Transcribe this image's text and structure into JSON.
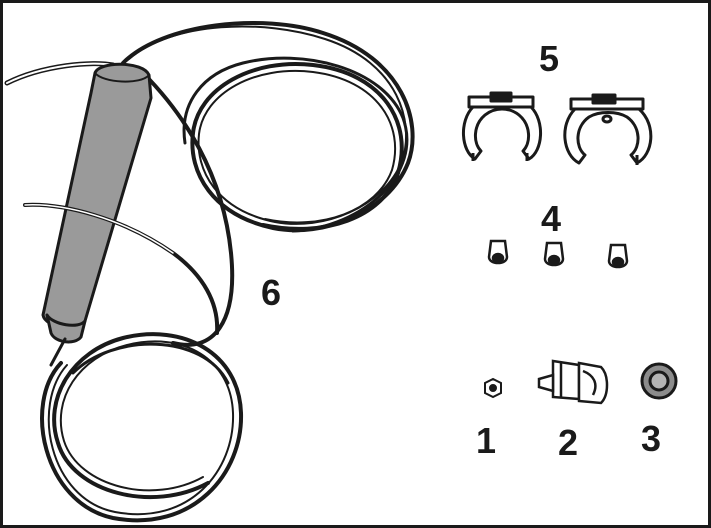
{
  "labels": {
    "part_1": "1",
    "part_2": "2",
    "part_3": "3",
    "part_4": "4",
    "part_5": "5",
    "part_6": "6"
  },
  "colors": {
    "outline": "#1a1a1a",
    "filter_body": "#9a9a9a",
    "clip_fill": "#ffffff",
    "bushing_fill": "#8c8c8c"
  }
}
